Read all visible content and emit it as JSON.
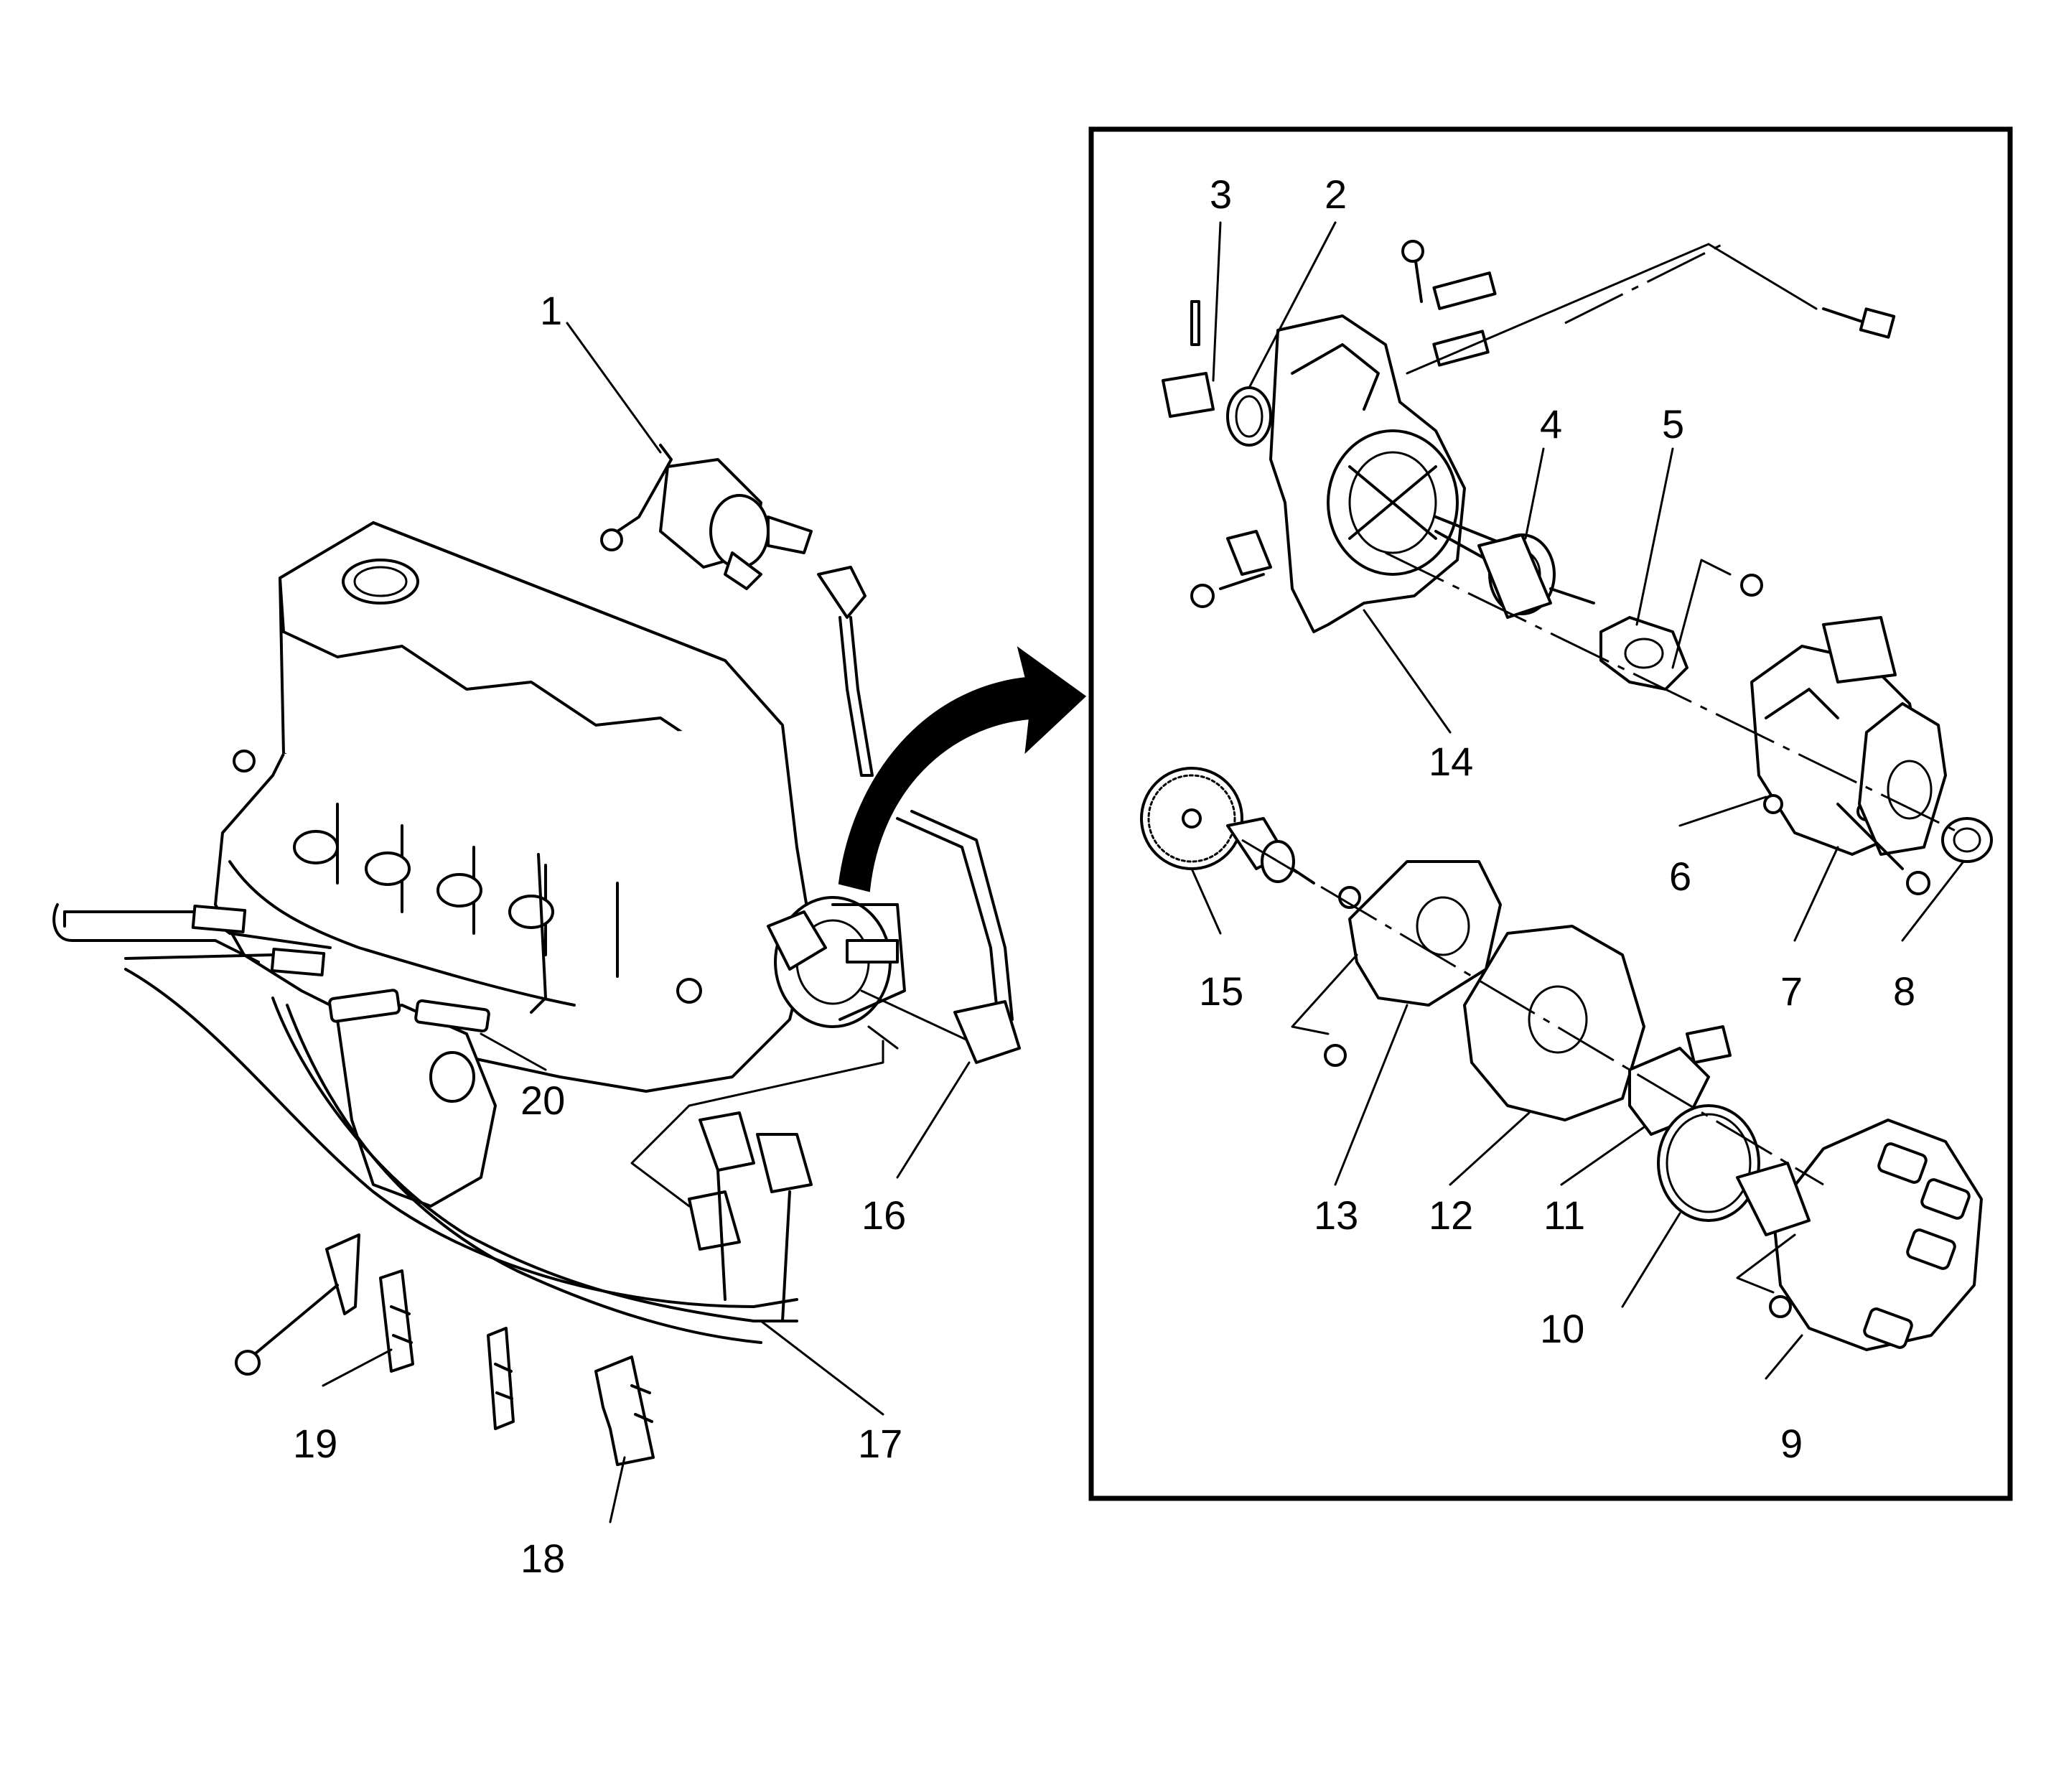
{
  "colors": {
    "ink": "#000000",
    "paper": "#ffffff"
  },
  "callouts": {
    "c1": "1",
    "c2": "2",
    "c3": "3",
    "c4": "4",
    "c5": "5",
    "c6": "6",
    "c7": "7",
    "c8": "8",
    "c9": "9",
    "c10": "10",
    "c11": "11",
    "c12": "12",
    "c13": "13",
    "c14": "14",
    "c15": "15",
    "c16": "16",
    "c17": "17",
    "c18": "18",
    "c19": "19",
    "c20": "20"
  }
}
